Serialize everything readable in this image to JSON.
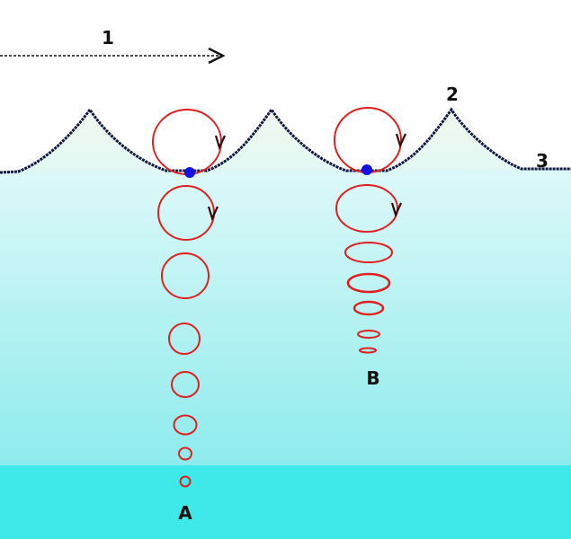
{
  "labels": {
    "direction": "1",
    "crest": "2",
    "still_level": "3",
    "column_deep": "A",
    "column_shallow": "B"
  },
  "colors": {
    "orbit": "#e02020",
    "particle": "#1010e0",
    "surface_line": "#101840",
    "arrow": "#111111",
    "water_top": "#eefbfb",
    "water_bottom": "#7ae8ea",
    "deep_band": "#3fe9e9",
    "crest_tint": "#eef7e6"
  }
}
